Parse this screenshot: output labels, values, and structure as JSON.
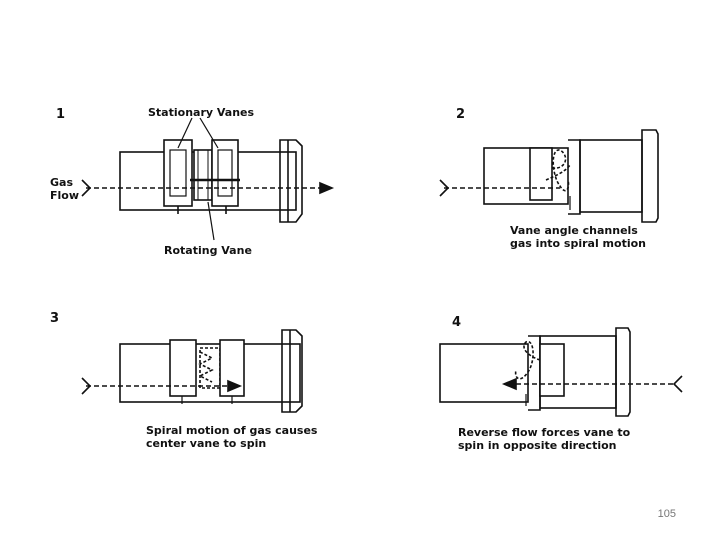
{
  "panels": [
    {
      "number": "1",
      "stationary_vanes_label": "Stationary Vanes",
      "gas_label_line1": "Gas",
      "gas_label_line2": "Flow",
      "rotating_vane_label": "Rotating Vane"
    },
    {
      "number": "2",
      "caption_line1": "Vane angle channels",
      "caption_line2": "gas into spiral motion"
    },
    {
      "number": "3",
      "caption_line1": "Spiral motion of gas causes",
      "caption_line2": "center vane to spin"
    },
    {
      "number": "4",
      "caption_line1": "Reverse flow forces vane to",
      "caption_line2": "spin in opposite direction"
    }
  ],
  "page_number": "105",
  "colors": {
    "ink": "#111111",
    "page_number": "#777777"
  }
}
